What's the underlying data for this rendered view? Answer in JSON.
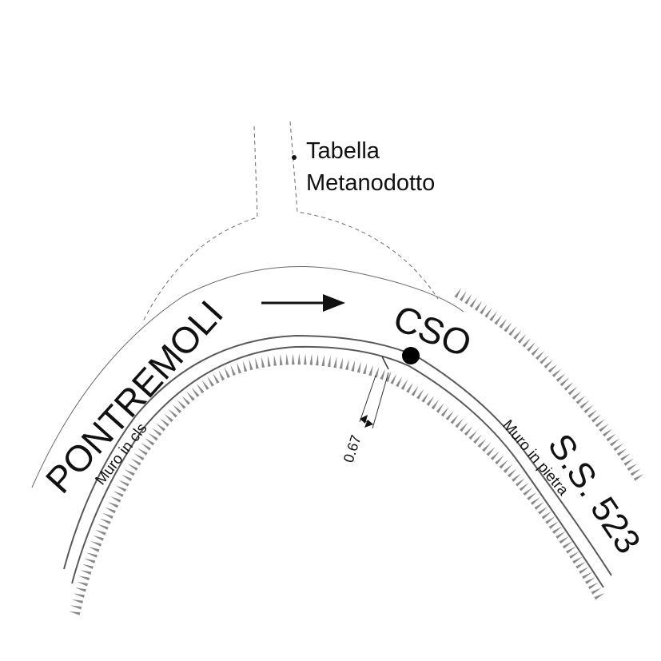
{
  "labels": {
    "sign_line1": "Tabella",
    "sign_line2": "Metanodotto",
    "town": "PONTREMOLI",
    "marker": "CSO",
    "road": "S.S. 523",
    "wall_left": "Muro in cls",
    "wall_right": "Muro in pietra",
    "distance": "0.67"
  },
  "colors": {
    "line": "#333333",
    "road_edge": "#6a6a6a",
    "wall": "#5a5a5a",
    "hatch": "#8a8a8a",
    "dashed": "#6a6a6a",
    "marker": "#000000",
    "text": "#111111"
  },
  "icons": {
    "direction": "arrow-right-icon",
    "marker": "filled-circle-marker",
    "sign": "point-marker"
  }
}
